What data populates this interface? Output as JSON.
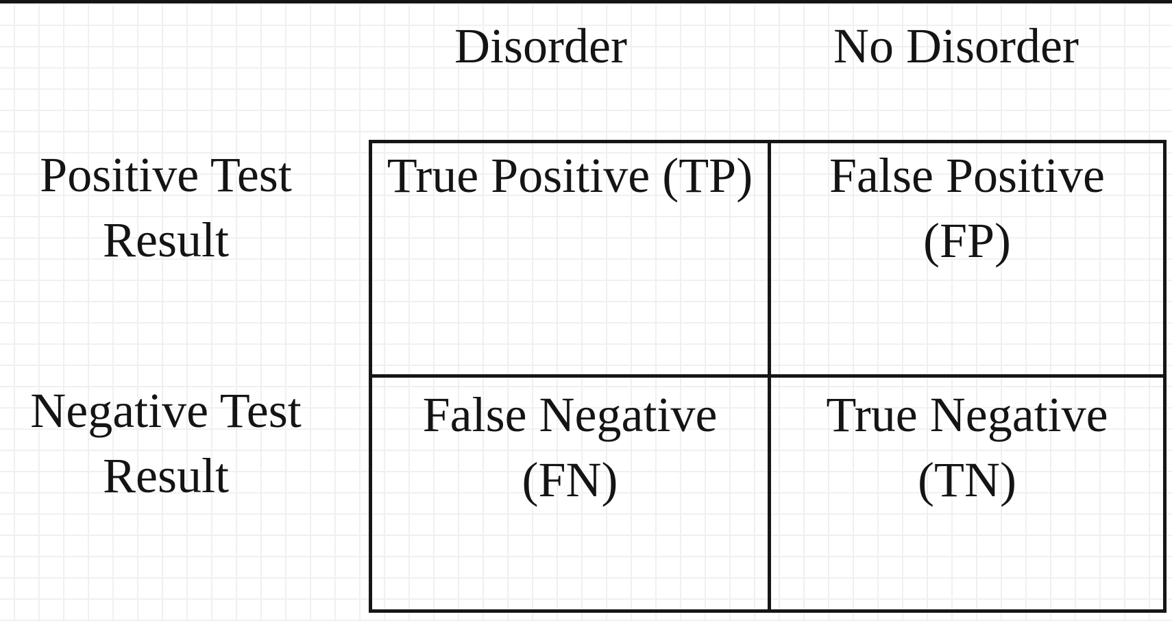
{
  "figure": {
    "title_semantic": "confusion-matrix",
    "colors": {
      "background": "#ffffff",
      "grid_line": "#f2efef",
      "top_rule": "#141414",
      "table_border": "#161616",
      "text": "#141414"
    },
    "column_headers": [
      {
        "label": "Disorder"
      },
      {
        "label": "No Disorder"
      }
    ],
    "row_headers": [
      {
        "line1": "Positive Test",
        "line2": "Result"
      },
      {
        "line1": "Negative Test",
        "line2": "Result"
      }
    ],
    "cells": [
      {
        "id": "true-positive",
        "line1": "True Positive (TP)",
        "line2": ""
      },
      {
        "id": "false-positive",
        "line1": "False Positive",
        "line2": "(FP)"
      },
      {
        "id": "false-negative",
        "line1": "False Negative",
        "line2": "(FN)"
      },
      {
        "id": "true-negative",
        "line1": "True Negative",
        "line2": "(TN)"
      }
    ]
  }
}
